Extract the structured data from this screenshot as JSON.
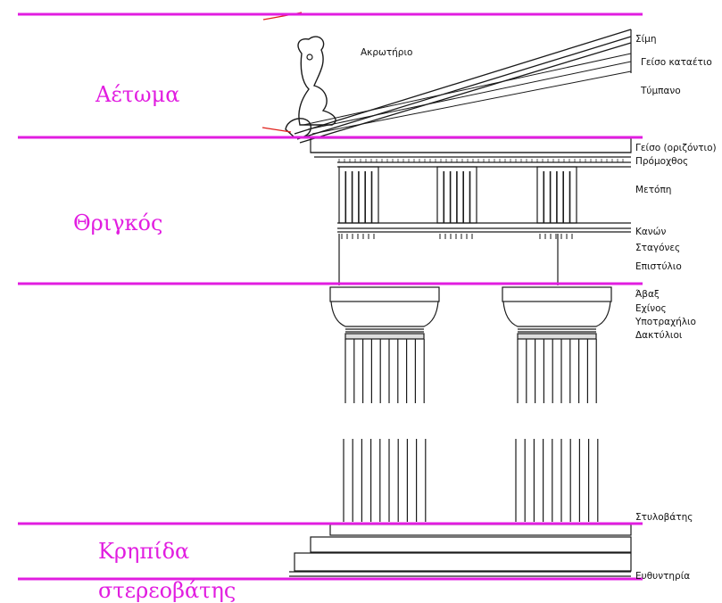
{
  "colors": {
    "divider": "#e11de0",
    "section_text": "#e11de0",
    "part_text": "#111111",
    "drawing_ink": "#1a1a1a",
    "annotation_red": "#e0201a"
  },
  "sections": {
    "aetoma": "Αέτωμα",
    "thrigkos": "Θριγκός",
    "krepida": "Κρηπίδα",
    "stereovatis": "στερεοβάτης"
  },
  "parts": {
    "akroterio": "Ακρωτήριο",
    "sima": "Σίμη",
    "geiso_kataetio": "Γείσο καταέτιο",
    "tympano": "Τύμπανο",
    "geiso_orizontio": "Γείσο (οριζόντιο)",
    "promochthos": "Πρόμοχθος",
    "metopi": "Μετόπη",
    "kanon": "Κανών",
    "stagones": "Σταγόνες",
    "epistylio": "Επιστύλιο",
    "avax": "Άβαξ",
    "echinos": "Εχίνος",
    "ypotrachilio": "Υποτραχήλιο",
    "daktylioi": "Δακτύλιοι",
    "stylovatis": "Στυλοβάτης",
    "efthyntiria": "Ευθυντηρία"
  },
  "icons": {
    "akroterion": "sphinx-akroterion-icon",
    "lion_head": "lion-head-spout-icon"
  }
}
